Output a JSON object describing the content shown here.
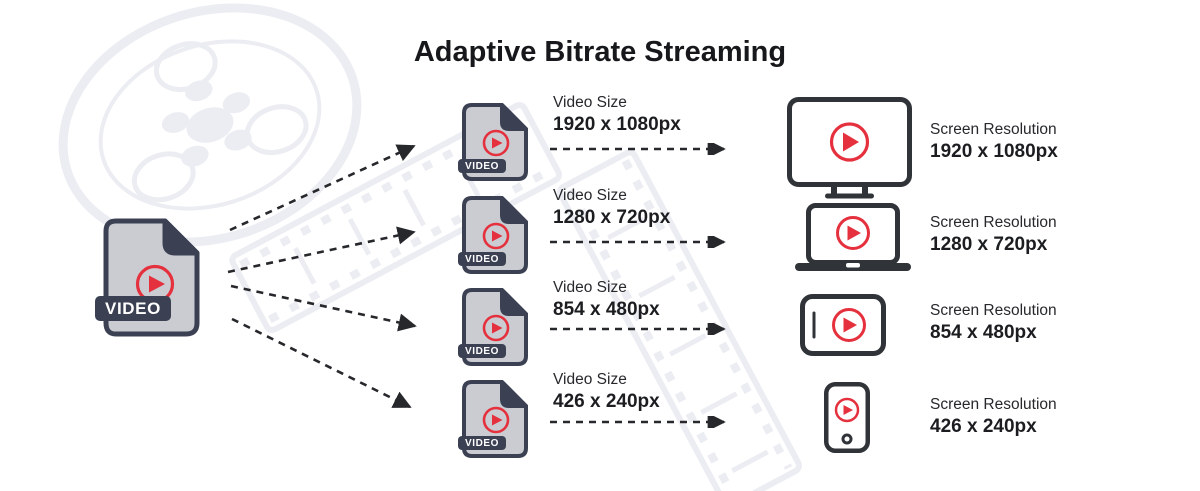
{
  "title": "Adaptive Bitrate Streaming",
  "source": {
    "badge": "VIDEO",
    "icon": "video-file-icon"
  },
  "streams": [
    {
      "label": "Video Size",
      "size": "1920 x 1080px",
      "badge": "VIDEO",
      "screen_label": "Screen Resolution",
      "screen_size": "1920 x 1080px",
      "device": "monitor",
      "icon": "monitor-icon"
    },
    {
      "label": "Video Size",
      "size": "1280 x 720px",
      "badge": "VIDEO",
      "screen_label": "Screen Resolution",
      "screen_size": "1280 x 720px",
      "device": "laptop",
      "icon": "laptop-icon"
    },
    {
      "label": "Video Size",
      "size": "854 x 480px",
      "badge": "VIDEO",
      "screen_label": "Screen Resolution",
      "screen_size": "854 x 480px",
      "device": "tablet",
      "icon": "tablet-icon"
    },
    {
      "label": "Video Size",
      "size": "426 x 240px",
      "badge": "VIDEO",
      "screen_label": "Screen Resolution",
      "screen_size": "426 x 240px",
      "device": "phone",
      "icon": "smartphone-icon"
    }
  ],
  "colors": {
    "accent_red": "#e5303e",
    "dark_navy": "#3b4053",
    "file_gray": "#caccd2",
    "device_outline": "#303338",
    "arrow_dark": "#26282c",
    "text_dark": "#1b1d20",
    "watermark_gray": "#ebedf2"
  }
}
